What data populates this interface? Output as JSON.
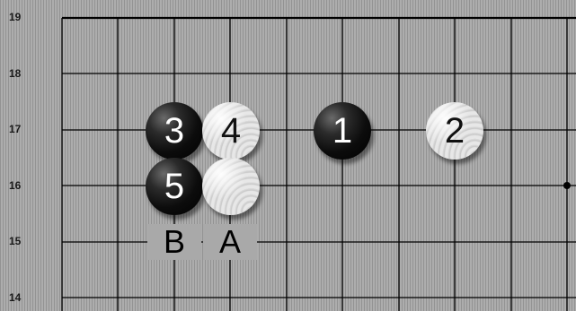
{
  "board": {
    "row_labels": [
      "19",
      "18",
      "17",
      "16",
      "15",
      "14"
    ],
    "grid_line_color": "#000000",
    "board_color": "#a9a9a9"
  },
  "stones": [
    {
      "move": "1",
      "color": "black"
    },
    {
      "move": "2",
      "color": "white"
    },
    {
      "move": "3",
      "color": "black"
    },
    {
      "move": "4",
      "color": "white"
    },
    {
      "move": "5",
      "color": "black"
    },
    {
      "move": "",
      "color": "white"
    }
  ],
  "markers": [
    {
      "label": "B"
    },
    {
      "label": "A"
    }
  ]
}
